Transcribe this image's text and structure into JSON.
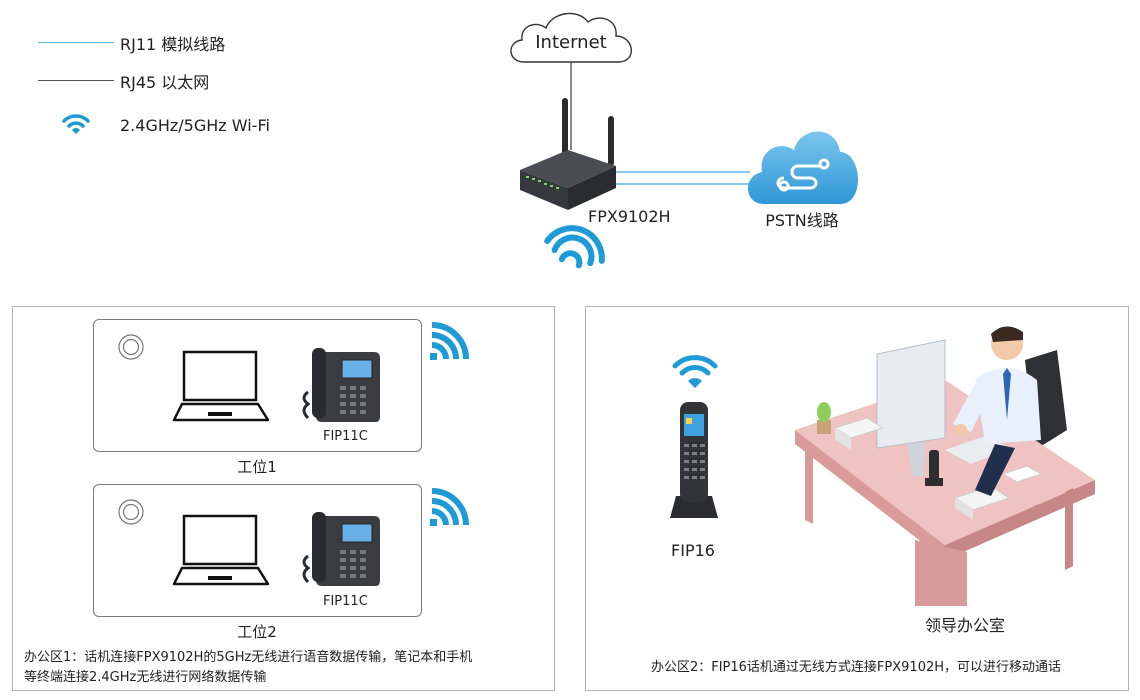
{
  "legend": {
    "rj11_label": "RJ11 模拟线路",
    "rj45_label": "RJ45 以太网",
    "wifi_label": "2.4GHz/5GHz Wi-Fi",
    "rj11_color": "#5bb6e6",
    "rj45_color": "#555555",
    "wifi_color": "#1e9ad6"
  },
  "top": {
    "internet_label": "Internet",
    "router_label": "FPX9102H",
    "pstn_label": "PSTN线路"
  },
  "office1": {
    "station1_phone_label": "FIP11C",
    "station1_label": "工位1",
    "station2_phone_label": "FIP11C",
    "station2_label": "工位2",
    "description_line1": "办公区1：话机连接FPX9102H的5GHz无线进行语音数据传输，笔记本和手机",
    "description_line2": "等终端连接2.4GHz无线进行网络数据传输"
  },
  "office2": {
    "handset_label": "FIP16",
    "room_label": "领导办公室",
    "description": "办公区2：FIP16话机通过无线方式连接FPX9102H，可以进行移动通话"
  },
  "icons": [
    "wifi-icon",
    "cloud-icon",
    "router-icon",
    "laptop-icon",
    "desk-phone-icon",
    "dect-handset-icon",
    "record-button-icon",
    "office-desk-icon"
  ]
}
